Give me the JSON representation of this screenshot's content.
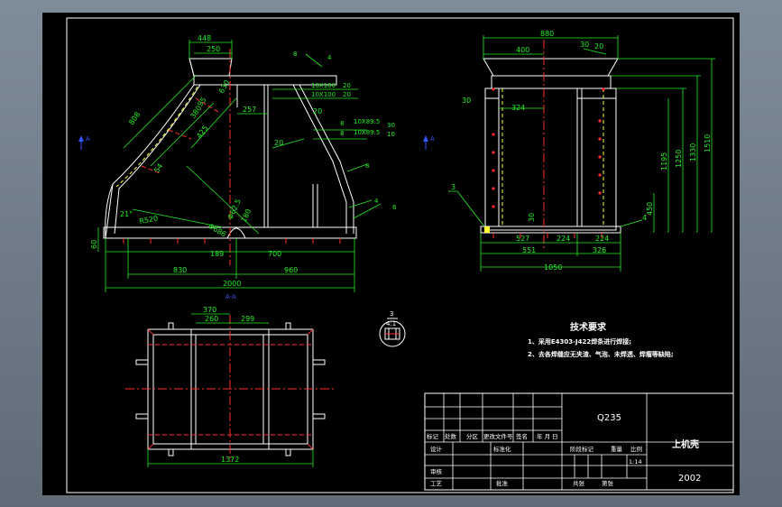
{
  "title_block": {
    "material": "Q235",
    "part_name": "上机壳",
    "scale": "1:14",
    "drawing_no": "2002",
    "row_labels": [
      "标记",
      "处数",
      "分区",
      "更改文件号",
      "签名",
      "年 月 日"
    ],
    "design": "设计",
    "standardize": "标准化",
    "stage_mark": "阶段标记",
    "weight": "重量",
    "ratio": "比例",
    "review": "审核",
    "process": "工艺",
    "approve": "批准",
    "sheets_total": "共张",
    "sheet": "第张"
  },
  "tech_requirements": {
    "title": "技术要求",
    "items": [
      "1、采用E4303-J422焊条进行焊接;",
      "2、去各焊缝应无夹渣、气泡、未焊透、焊瘤等缺陷;"
    ]
  },
  "front_view": {
    "dims": {
      "top_448": "448",
      "top_250": "250",
      "d_257": "257",
      "d_20": "20",
      "d_189": "189",
      "d_700": "700",
      "d_830": "830",
      "d_960": "960",
      "d_2000": "2000",
      "d_60": "60",
      "d_808": "808",
      "d_425": "425",
      "d_380": "380",
      "d_95": "95",
      "d_54": "54",
      "d_ang": "21°",
      "d_r": "R520",
      "d_phi": "Φ686",
      "d_phi2": "Φ62.5",
      "d_180": "180",
      "d_630": "630",
      "d_20b": "20"
    },
    "weld_notes": {
      "w1": "8",
      "w1b": "4",
      "w2a": "10X100",
      "w2b": "10X100",
      "w2c": "20",
      "w2d": "20",
      "w3a": "10X89.5",
      "w3b": "10X89.5",
      "w3c": "30",
      "w3d": "10",
      "w3e": "8",
      "w3f": "8",
      "w4": "8",
      "w5": "6",
      "w6": "4"
    },
    "section_label": "A"
  },
  "side_view": {
    "dims": {
      "d_880": "880",
      "d_400": "400",
      "d_30": "30",
      "d_324": "324",
      "d_1510": "1510",
      "d_1330": "1330",
      "d_1250": "1250",
      "d_1195": "1195",
      "d_450": "450",
      "d_30b": "30",
      "d_527": "527",
      "d_224": "224",
      "d_551": "551",
      "d_326": "326",
      "d_224b": "224",
      "d_1050": "1050",
      "w_30": "30",
      "w_20": "20",
      "w_4": "4"
    },
    "note": "3"
  },
  "plan_view": {
    "dims": {
      "d_370": "370",
      "d_260": "260",
      "d_299": "299",
      "d_1372": "1372"
    },
    "label": "A-A"
  },
  "detail": {
    "label_top": "3",
    "label_bottom": "4:1"
  },
  "colors": {
    "line": "#ffffff",
    "dim": "#22ee22",
    "center": "#ff3030",
    "hidden": "#ffff33",
    "arrow": "#3355ff",
    "magenta": "#ff33ff",
    "background": "#000000"
  }
}
